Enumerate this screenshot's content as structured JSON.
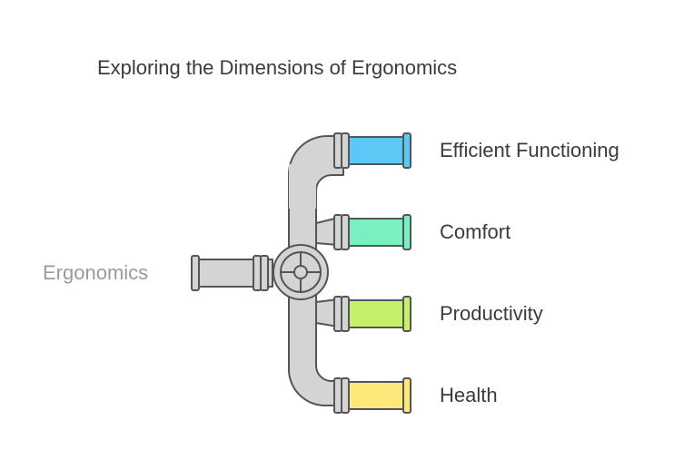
{
  "title": "Exploring the Dimensions of Ergonomics",
  "source": "Ergonomics",
  "branches": [
    {
      "label": "Efficient Functioning",
      "color": "#5bc8f5"
    },
    {
      "label": "Comfort",
      "color": "#78f0bf"
    },
    {
      "label": "Productivity",
      "color": "#c6f06a"
    },
    {
      "label": "Health",
      "color": "#fde97a"
    }
  ],
  "colors": {
    "pipe": "#d4d4d4",
    "stroke": "#555555",
    "title_text": "#3b3b3b",
    "source_text": "#9a9a9a"
  }
}
